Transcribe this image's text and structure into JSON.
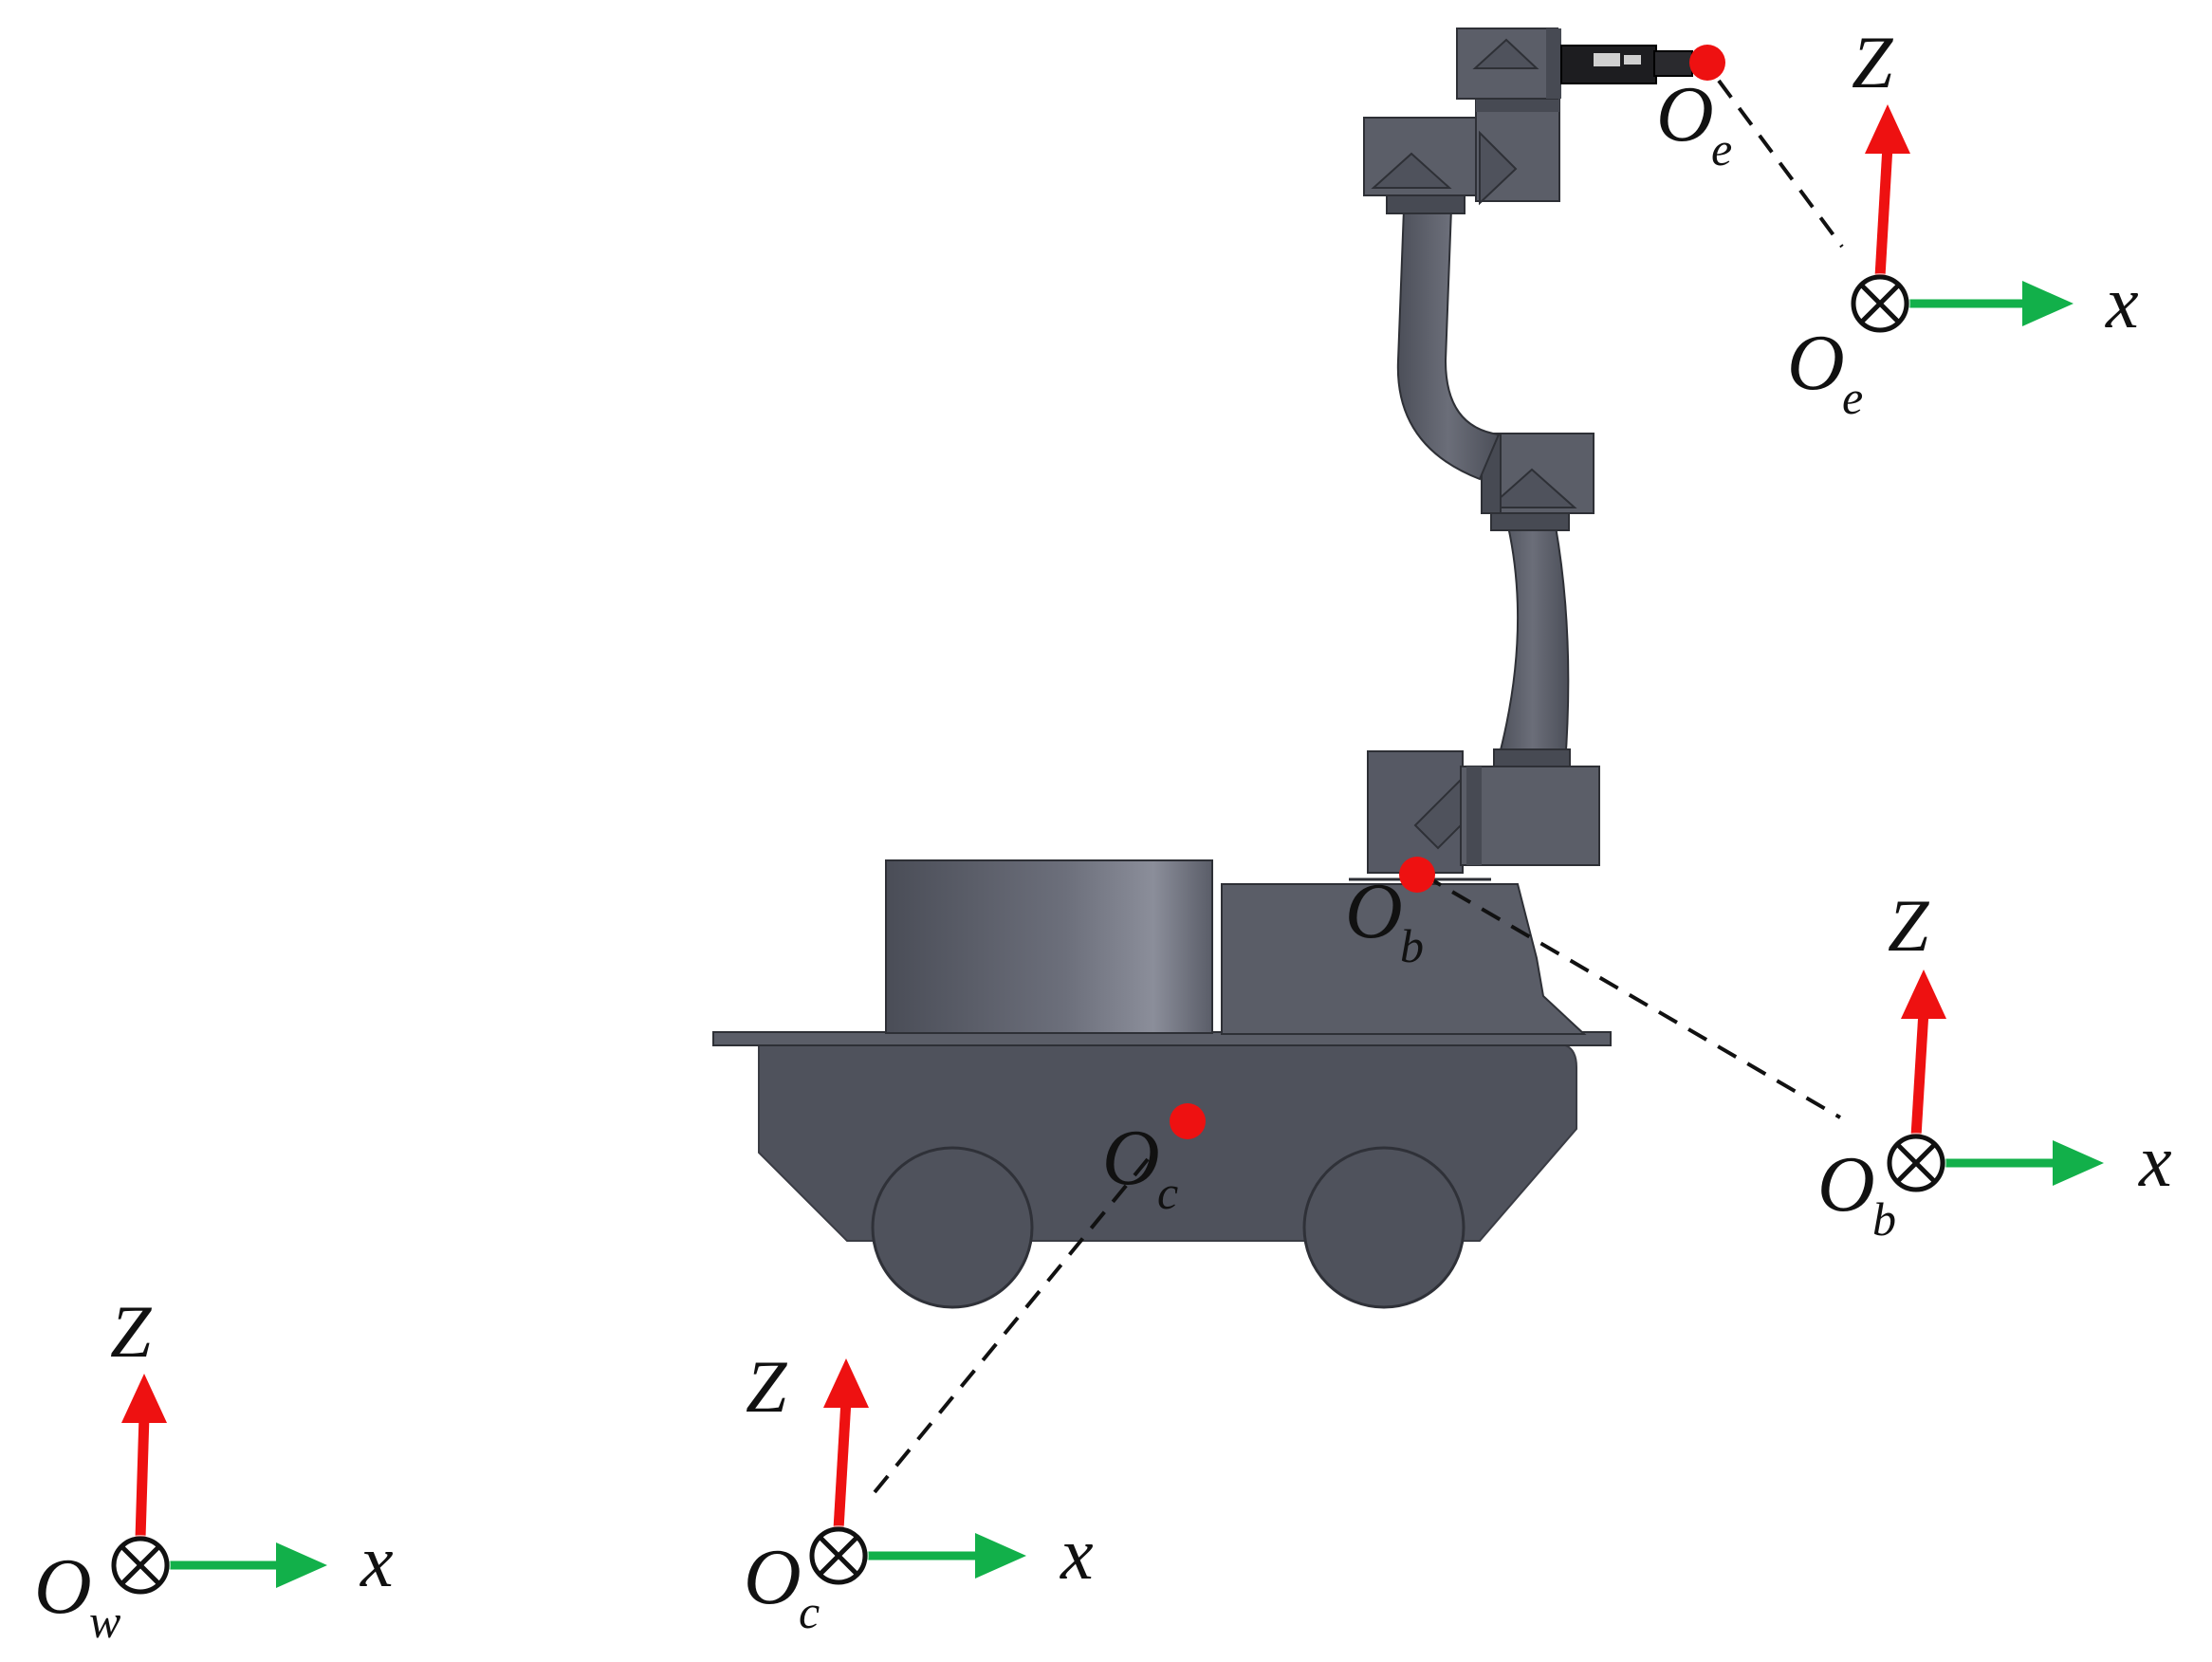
{
  "colors": {
    "z_axis": "#ee1111",
    "x_axis": "#12b04a",
    "marker": "#ee1111",
    "body_dark": "#4f525c",
    "body_mid": "#5b5e68",
    "body_light": "#6a6d78",
    "gripper": "#1d1d20"
  },
  "frames": [
    {
      "id": "w",
      "origin_label": "O",
      "origin_sub": "w",
      "z_label": "Z",
      "x_label": "x",
      "symbol": "cross-into-page"
    },
    {
      "id": "c",
      "origin_label": "O",
      "origin_sub": "c",
      "z_label": "Z",
      "x_label": "x",
      "symbol": "cross-into-page"
    },
    {
      "id": "b",
      "origin_label": "O",
      "origin_sub": "b",
      "z_label": "Z",
      "x_label": "x",
      "symbol": "cross-into-page"
    },
    {
      "id": "e",
      "origin_label": "O",
      "origin_sub": "e",
      "z_label": "Z",
      "x_label": "x",
      "symbol": "cross-into-page"
    }
  ],
  "points": [
    {
      "id": "c",
      "label": "O",
      "sub": "c"
    },
    {
      "id": "b",
      "label": "O",
      "sub": "b"
    },
    {
      "id": "e",
      "label": "O",
      "sub": "e"
    }
  ]
}
